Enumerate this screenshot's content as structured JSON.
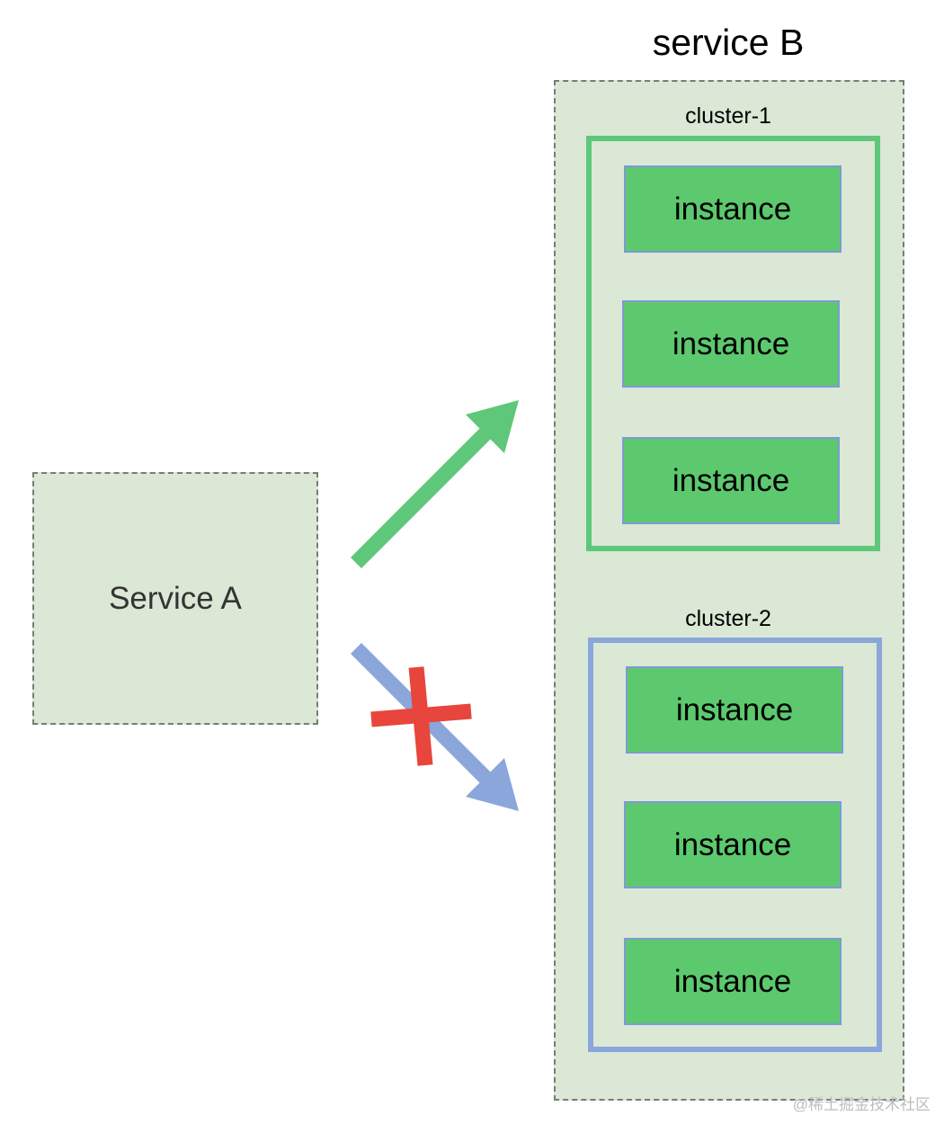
{
  "service_a": {
    "label": "Service A"
  },
  "service_b": {
    "title": "service B",
    "clusters": [
      {
        "label": "cluster-1",
        "border_color": "#5ec77a",
        "instances": [
          "instance",
          "instance",
          "instance"
        ]
      },
      {
        "label": "cluster-2",
        "border_color": "#8aa6db",
        "instances": [
          "instance",
          "instance",
          "instance"
        ]
      }
    ]
  },
  "arrows": [
    {
      "name": "arrow-to-cluster-1",
      "color": "#5ec77a",
      "blocked": false
    },
    {
      "name": "arrow-to-cluster-2",
      "color": "#8aa6db",
      "blocked": true
    }
  ],
  "block_mark": {
    "color": "#e8453c",
    "icon": "x-cross-icon"
  },
  "colors": {
    "service_box_fill": "#dae8d5",
    "instance_fill": "#5cc96e"
  },
  "watermark": "@稀土掘金技术社区"
}
